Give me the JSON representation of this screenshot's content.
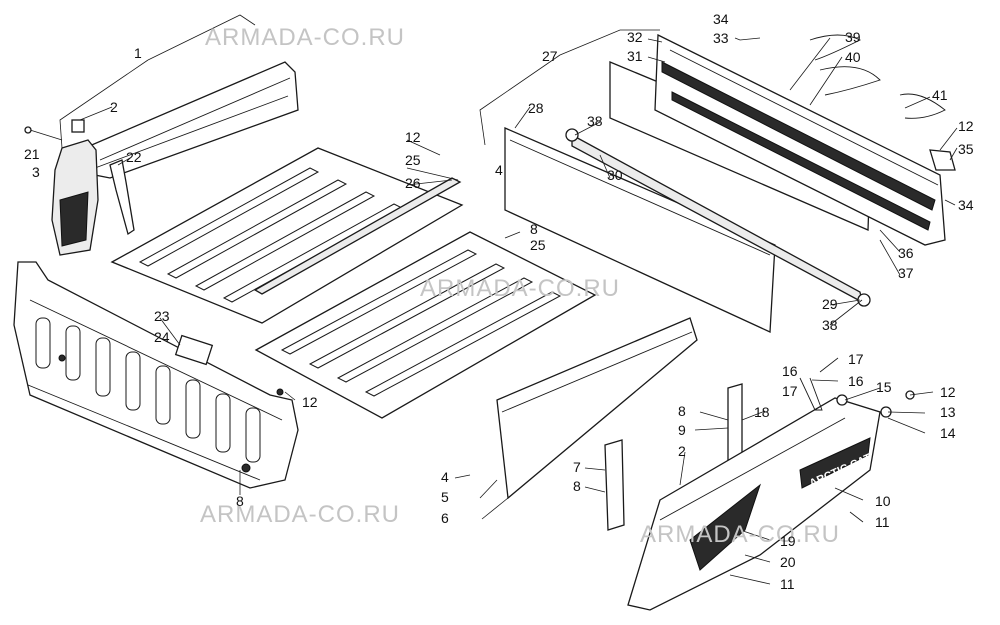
{
  "watermarks": [
    "ARMADA-CO.RU",
    "ARMADA-CO.RU",
    "ARMADA-CO.RU",
    "ARMADA-CO.RU"
  ],
  "callouts": [
    "1",
    "2",
    "21",
    "3",
    "22",
    "12",
    "25",
    "26",
    "8",
    "25",
    "23",
    "24",
    "12",
    "8",
    "27",
    "28",
    "4",
    "38",
    "30",
    "29",
    "38",
    "32",
    "31",
    "34",
    "33",
    "39",
    "40",
    "41",
    "12",
    "35",
    "34",
    "36",
    "37",
    "16",
    "17",
    "17",
    "16",
    "15",
    "12",
    "13",
    "14",
    "18",
    "8",
    "9",
    "7",
    "8",
    "2",
    "4",
    "5",
    "6",
    "10",
    "11",
    "19",
    "20",
    "11"
  ],
  "decal_text": {
    "brand": "ARCTIC CAT"
  }
}
